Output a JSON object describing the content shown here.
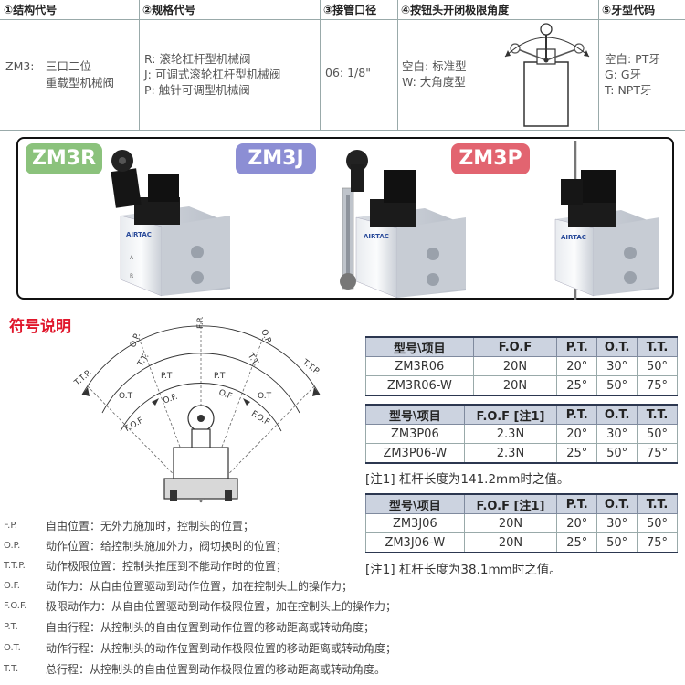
{
  "code_table": {
    "headers": [
      "①结构代号",
      "②规格代号",
      "③接管口径",
      "④按钮头开闭极限角度",
      "⑤牙型代码"
    ],
    "structure": [
      "ZM3:",
      "三口二位",
      "重载型机械阀"
    ],
    "spec_codes": [
      "R: 滚轮杠杆型机械阀",
      "J: 可调式滚轮杠杆型机械阀",
      "P: 触针可调型机械阀"
    ],
    "port": "06: 1/8\"",
    "angle": [
      "空白: 标准型",
      "W: 大角度型"
    ],
    "thread": [
      "空白: PT牙",
      "G: G牙",
      "T: NPT牙"
    ]
  },
  "products": [
    {
      "tag": "ZM3R",
      "color": "#8bc27c"
    },
    {
      "tag": "ZM3J",
      "color": "#8c8ed4"
    },
    {
      "tag": "ZM3P",
      "color": "#e26470"
    }
  ],
  "product_print": {
    "brand": "AIRTAC",
    "letters": [
      "A",
      "R"
    ]
  },
  "symbols": {
    "title": "符号说明",
    "diagram_labels": [
      "F.P.",
      "O.P.",
      "T.T.",
      "T.T.P.",
      "P.T",
      "O.T",
      "O.F.",
      "F.O.F",
      "T.T.",
      "O.P.",
      "T.T.P.",
      "P.T",
      "O.T",
      "O.F",
      "F.O.F"
    ],
    "definitions": [
      {
        "abbr": "F.P.",
        "text": "自由位置：无外力施加时，控制头的位置；"
      },
      {
        "abbr": "O.P.",
        "text": "动作位置：给控制头施加外力，阀切换时的位置；"
      },
      {
        "abbr": "T.T.P.",
        "text": "动作极限位置：控制头推压到不能动作时的位置；"
      },
      {
        "abbr": "O.F.",
        "text": "动作力：从自由位置驱动到动作位置，加在控制头上的操作力；"
      },
      {
        "abbr": "F.O.F.",
        "text": "极限动作力：从自由位置驱动到动作极限位置，加在控制头上的操作力；"
      },
      {
        "abbr": "P.T.",
        "text": "自由行程：从控制头的自由位置到动作位置的移动距离或转动角度；"
      },
      {
        "abbr": "O.T.",
        "text": "动作行程：从控制头的动作位置到动作极限位置的移动距离或转动角度；"
      },
      {
        "abbr": "T.T.",
        "text": "总行程：从控制头的自由位置到动作极限位置的移动距离或转动角度。"
      }
    ]
  },
  "spec_tables": [
    {
      "headers": [
        "型号\\项目",
        "F.O.F",
        "P.T.",
        "O.T.",
        "T.T."
      ],
      "rows": [
        [
          "ZM3R06",
          "20N",
          "20°",
          "30°",
          "50°"
        ],
        [
          "ZM3R06-W",
          "20N",
          "25°",
          "50°",
          "75°"
        ]
      ]
    },
    {
      "headers": [
        "型号\\项目",
        "F.O.F [注1]",
        "P.T.",
        "O.T.",
        "T.T."
      ],
      "rows": [
        [
          "ZM3P06",
          "2.3N",
          "20°",
          "30°",
          "50°"
        ],
        [
          "ZM3P06-W",
          "2.3N",
          "25°",
          "50°",
          "75°"
        ]
      ],
      "note": "[注1] 杠杆长度为141.2mm时之值。"
    },
    {
      "headers": [
        "型号\\项目",
        "F.O.F [注1]",
        "P.T.",
        "O.T.",
        "T.T."
      ],
      "rows": [
        [
          "ZM3J06",
          "20N",
          "20°",
          "30°",
          "50°"
        ],
        [
          "ZM3J06-W",
          "20N",
          "25°",
          "50°",
          "75°"
        ]
      ],
      "note": "[注1] 杠杆长度为38.1mm时之值。"
    }
  ]
}
